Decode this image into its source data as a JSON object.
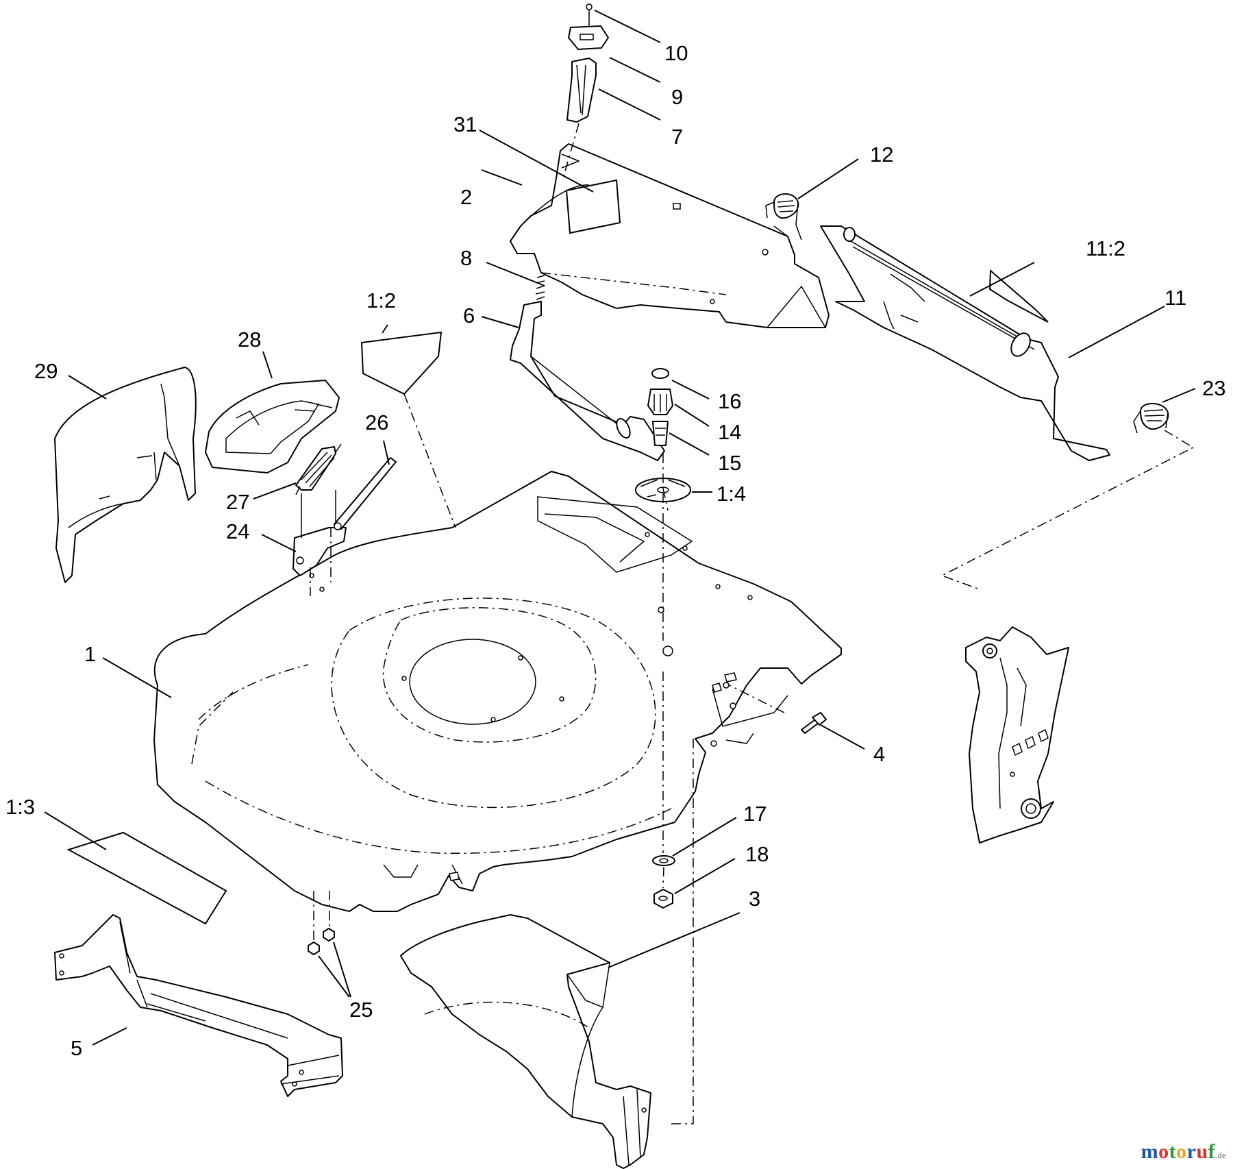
{
  "callouts": {
    "c10": "10",
    "c9": "9",
    "c7": "7",
    "c31": "31",
    "c2": "2",
    "c12": "12",
    "c8": "8",
    "c6": "6",
    "c11_2": "11:2",
    "c11": "11",
    "c1_2": "1:2",
    "c28": "28",
    "c29": "29",
    "c26": "26",
    "c16": "16",
    "c14": "14",
    "c15": "15",
    "c23": "23",
    "c27": "27",
    "c1_4": "1:4",
    "c24": "24",
    "c1": "1",
    "c4": "4",
    "c17": "17",
    "c1_3": "1:3",
    "c18": "18",
    "c3": "3",
    "c25": "25",
    "c5": "5"
  },
  "watermark": {
    "text": "motoruf",
    "suffix": ".de",
    "colors": [
      "#1f56a8",
      "#d8322c",
      "#2f9a3c",
      "#f0a020",
      "#1f56a8",
      "#d8322c",
      "#2f9a3c"
    ]
  }
}
